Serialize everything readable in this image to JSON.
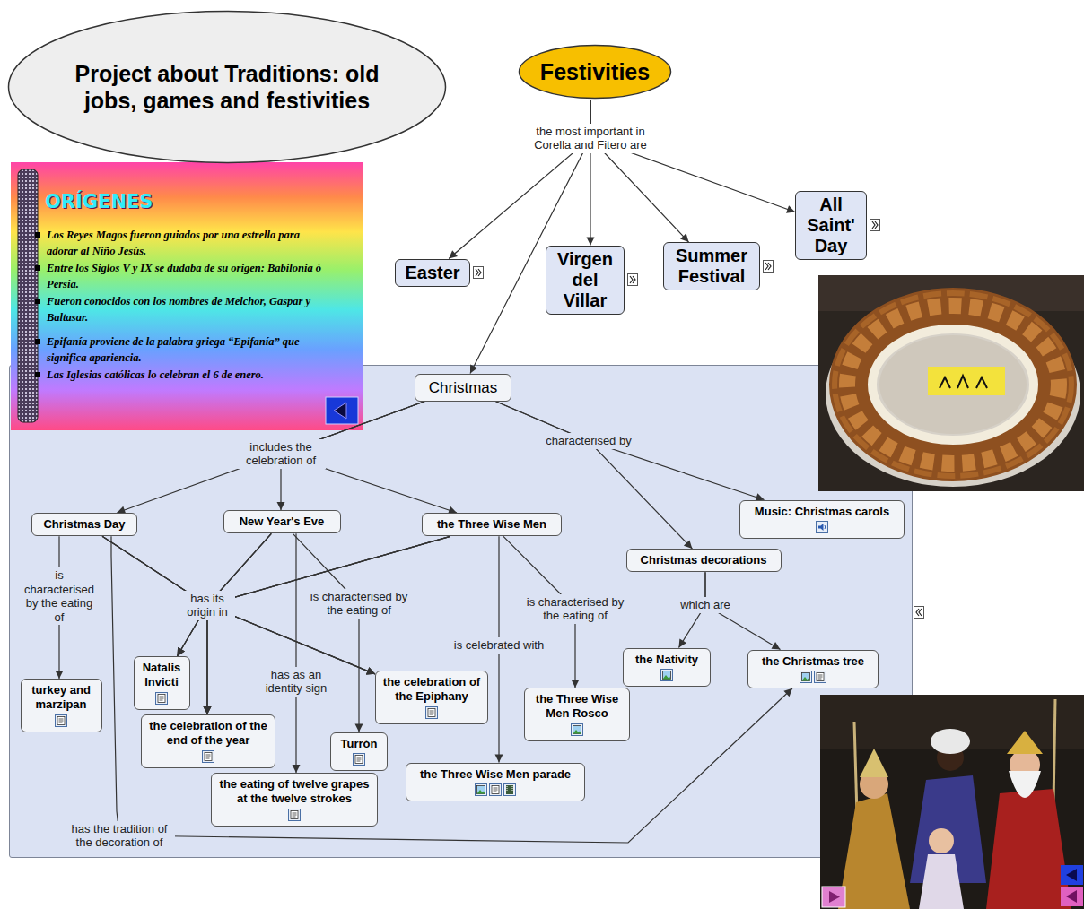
{
  "diagram": {
    "nodes": [
      {
        "text": [
          "Project about Traditions: old jobs, games and festivities"
        ]
      },
      {
        "text": [
          "Festivities"
        ]
      },
      {
        "text": [
          "Easter"
        ]
      },
      {
        "text": [
          "Virgen del Villar"
        ]
      },
      {
        "text": [
          "Summer Festival"
        ]
      },
      {
        "text": [
          "All Saint' Day"
        ]
      },
      {
        "text": [
          "Christmas"
        ]
      },
      {
        "text": [
          "Christmas Day"
        ]
      },
      {
        "text": [
          "New Year's Eve"
        ]
      },
      {
        "text": [
          "the Three Wise Men"
        ]
      },
      {
        "text": [
          "Music: Christmas carols"
        ]
      },
      {
        "text": [
          "Christmas decorations"
        ]
      },
      {
        "text": [
          "turkey and marzipan"
        ]
      },
      {
        "text": [
          "Natalis Invicti"
        ]
      },
      {
        "text": [
          "the celebration of the end of the year"
        ]
      },
      {
        "text": [
          "the eating of twelve grapes at the twelve strokes"
        ]
      },
      {
        "text": [
          "Turrón"
        ]
      },
      {
        "text": [
          "the celebration of the Epiphany"
        ]
      },
      {
        "text": [
          "the Three Wise Men Rosco"
        ]
      },
      {
        "text": [
          "the Three Wise Men parade"
        ]
      },
      {
        "text": [
          "the Nativity"
        ]
      },
      {
        "text": [
          "the Christmas tree"
        ]
      }
    ],
    "edges": [
      {
        "from": 1,
        "to": 2,
        "label": "the most important in Corella and Fitero are",
        "arrow": "to"
      },
      {
        "from": 1,
        "to": 3,
        "arrow": "to"
      },
      {
        "from": 1,
        "to": 4,
        "arrow": "to"
      },
      {
        "from": 1,
        "to": 5,
        "arrow": "to"
      },
      {
        "from": 1,
        "to": 6,
        "arrow": "to"
      },
      {
        "from": 6,
        "to": 7,
        "label": "includes the celebration of",
        "arrow": "to"
      },
      {
        "from": 6,
        "to": 8,
        "arrow": "to"
      },
      {
        "from": 6,
        "to": 9,
        "arrow": "to"
      },
      {
        "from": 6,
        "to": 10,
        "label": "characterised by",
        "arrow": "to"
      },
      {
        "from": 6,
        "to": 11,
        "arrow": "to"
      },
      {
        "from": 7,
        "to": 12,
        "label": "is characterised by the eating of",
        "arrow": "to"
      },
      {
        "from": 7,
        "to": 13,
        "label": "has its origin in",
        "arrow": "to"
      },
      {
        "from": 7,
        "to": 14,
        "arrow": "to"
      },
      {
        "from": 7,
        "to": 17,
        "arrow": "to"
      },
      {
        "from": 8,
        "to": 13,
        "arrow": "to"
      },
      {
        "from": 8,
        "to": 14,
        "arrow": "to"
      },
      {
        "from": 8,
        "to": 17,
        "arrow": "to"
      },
      {
        "from": 9,
        "to": 13,
        "arrow": "to"
      },
      {
        "from": 9,
        "to": 14,
        "arrow": "to"
      },
      {
        "from": 9,
        "to": 17,
        "arrow": "to"
      },
      {
        "from": 8,
        "to": 15,
        "label": "has as an identity sign",
        "arrow": "to"
      },
      {
        "from": 8,
        "to": 16,
        "label": "is characterised by the eating of",
        "arrow": "to"
      },
      {
        "from": 9,
        "to": 19,
        "label": "is celebrated with",
        "arrow": "to"
      },
      {
        "from": 9,
        "to": 18,
        "label": "is characterised by the eating of",
        "arrow": "to"
      },
      {
        "from": 11,
        "to": 20,
        "label": "which are",
        "arrow": "to"
      },
      {
        "from": 11,
        "to": 21,
        "arrow": "to"
      },
      {
        "from": 7,
        "to": 21,
        "label": "has the tradition of the decoration of",
        "arrow": "to"
      }
    ],
    "labels": [
      "ORÍGENES",
      "Los Reyes Magos fueron guiados por una estrella para adorar al Niño Jesús.",
      "Entre los Siglos V y IX se dudaba de su origen: Babilonia ó Persia.",
      "Fueron conocidos con los nombres de Melchor, Gaspar y Baltasar.",
      "Epifanía proviene de la palabra griega “Epifanía” que significa apariencia.",
      "Las Iglesias católicas lo celebran el 6 de enero."
    ]
  }
}
